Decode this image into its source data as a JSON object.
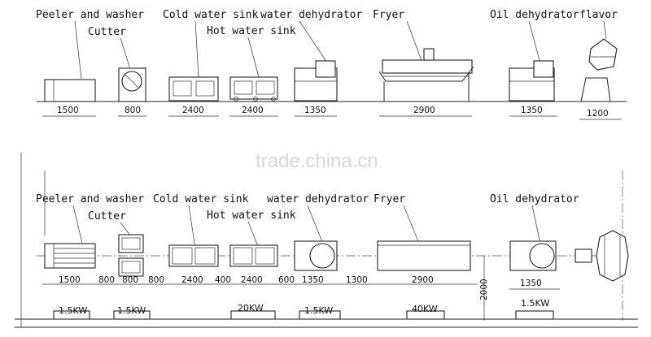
{
  "watermark": "trade.china.cn",
  "elevation": {
    "labels": {
      "peeler": "Peeler and washer",
      "cutter": "Cutter",
      "cold_sink": "Cold water sink",
      "hot_sink": "Hot water sink",
      "water_dehydrator": "water dehydrator",
      "fryer": "Fryer",
      "oil_dehydrator": "Oil dehydrator",
      "flavor": "flavor"
    },
    "dims": {
      "peeler": "1500",
      "cutter": "800",
      "cold_sink": "2400",
      "hot_sink": "2400",
      "water_dehydrator": "1350",
      "fryer": "2900",
      "oil_dehydrator": "1350",
      "flavor": "1200"
    }
  },
  "plan": {
    "labels": {
      "peeler": "Peeler and washer",
      "cutter": "Cutter",
      "cold_sink": "Cold water sink",
      "hot_sink": "Hot water sink",
      "water_dehydrator": "water dehydrator",
      "fryer": "Fryer",
      "oil_dehydrator": "Oil dehydrator"
    },
    "dims": {
      "peeler": "1500",
      "gap1": "800",
      "cutter": "800",
      "gap2": "800",
      "cold_sink": "2400",
      "gap3": "400",
      "hot_sink": "2400",
      "gap4": "600",
      "water_dehydrator": "1350",
      "gap5": "1300",
      "fryer": "2900",
      "oil_dehydrator": "1350",
      "width": "2000"
    },
    "power": {
      "p1": "1.5KW",
      "p2": "1.5KW",
      "p3": "20KW",
      "p4": "1.5KW",
      "p5": "40KW",
      "p6": "1.5KW"
    }
  }
}
